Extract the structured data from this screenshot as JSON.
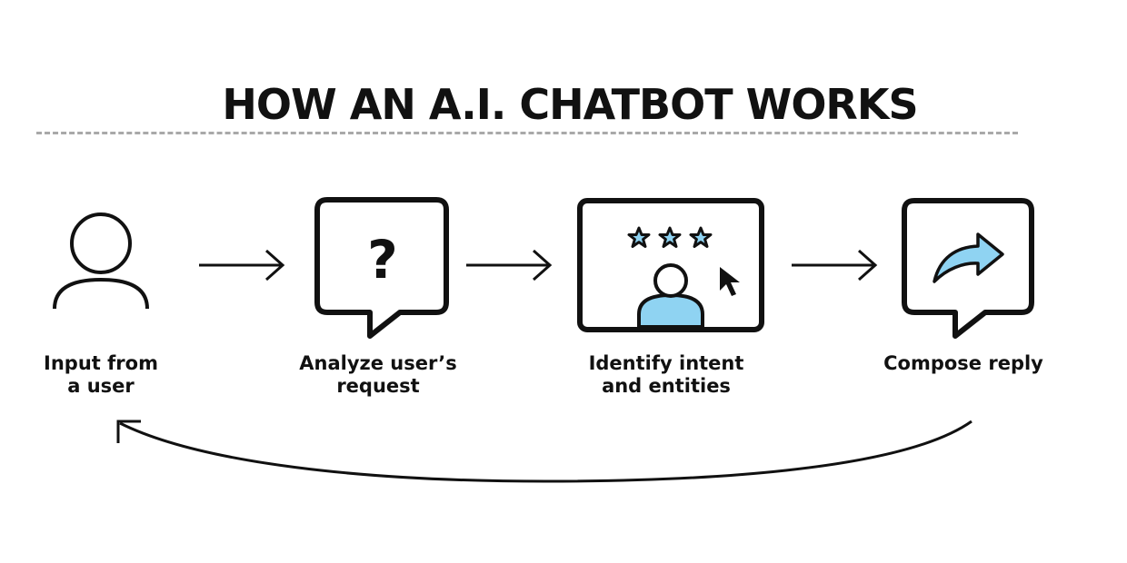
{
  "title": "HOW AN A.I. CHATBOT WORKS",
  "steps": [
    {
      "icon": "user-icon",
      "label_line1": "Input from",
      "label_line2": "a user"
    },
    {
      "icon": "question-bubble-icon",
      "label_line1": "Analyze user’s",
      "label_line2": "request"
    },
    {
      "icon": "screen-rating-icon",
      "label_line1": "Identify intent",
      "label_line2": "and entities"
    },
    {
      "icon": "reply-bubble-icon",
      "label_line1": "Compose reply",
      "label_line2": ""
    }
  ],
  "colors": {
    "accent": "#8fd3f2",
    "ink": "#111111",
    "divider": "#a9a9a9"
  }
}
